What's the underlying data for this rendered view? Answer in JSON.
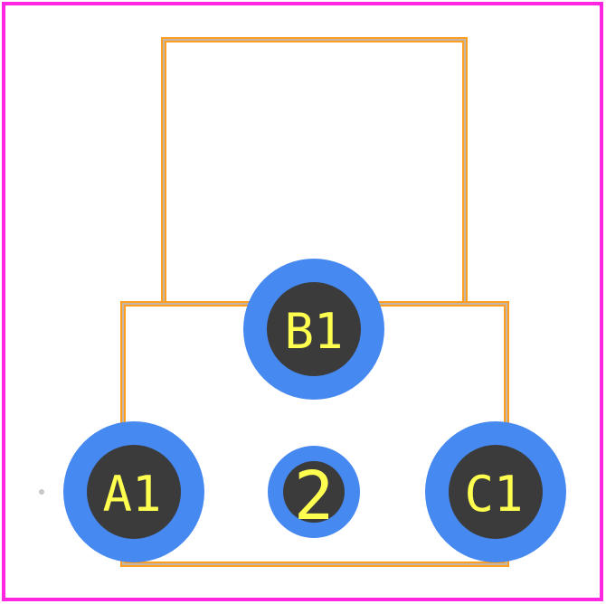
{
  "colors": {
    "border": "#ff26e2",
    "outline_orange": "#ff9e22",
    "outline_gray": "#c2b7a6",
    "pad_ring": "#4689f0",
    "pad_hole": "#3b3b3b",
    "pad_text": "#ffff50",
    "origin_dot": "#c8c8c8"
  },
  "pads": [
    {
      "id": "A1",
      "label": "A1"
    },
    {
      "id": "B1",
      "label": "B1"
    },
    {
      "id": "C1",
      "label": "C1"
    },
    {
      "id": "2",
      "label": "2"
    }
  ]
}
